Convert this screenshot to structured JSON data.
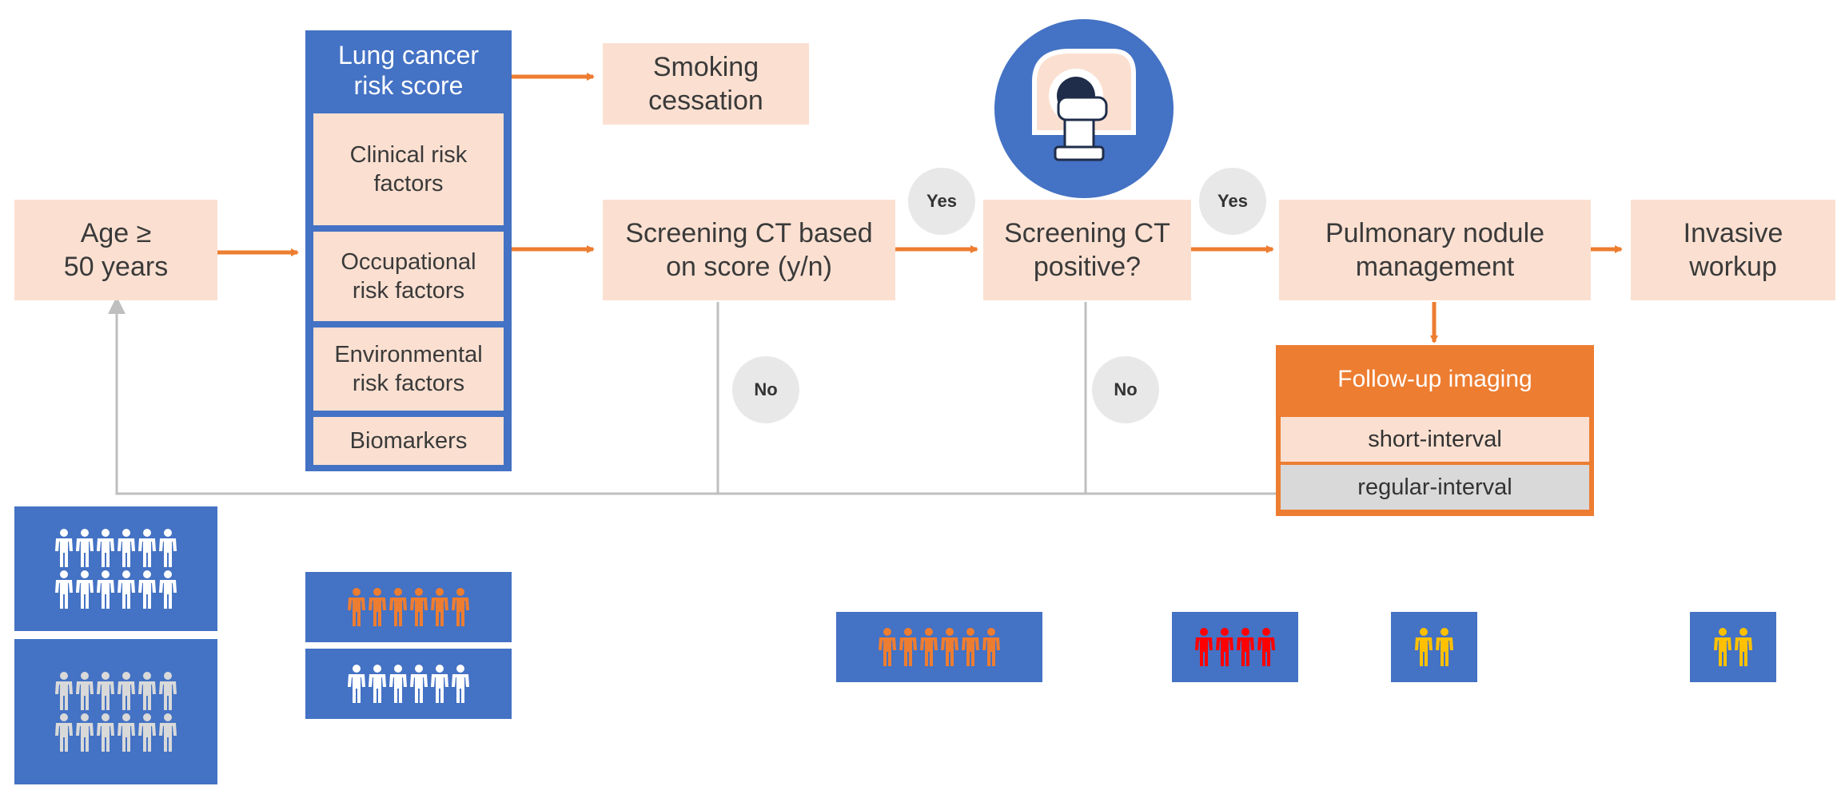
{
  "colors": {
    "accent_blue": "#4472c4",
    "accent_orange": "#ed7d31",
    "box_peach": "#fbe0d1",
    "badge_gray": "#e8e8e8",
    "line_gray": "#bfbfbf",
    "person_white": "#ffffff",
    "person_light_gray": "#d9d9d9",
    "person_orange": "#ed7d31",
    "person_red": "#ff0000",
    "person_yellow": "#ffc000"
  },
  "nodes": {
    "age": "Age ≥\n50 years",
    "risk_score_title": "Lung cancer\nrisk score",
    "risk_items": [
      "Clinical risk\nfactors",
      "Occupational\nrisk factors",
      "Environmental\nrisk factors",
      "Biomarkers"
    ],
    "smoking": "Smoking\ncessation",
    "screening_ct": "Screening CT based\non score (y/n)",
    "ct_positive": "Screening CT\npositive?",
    "nodule": "Pulmonary nodule\nmanagement",
    "invasive": "Invasive\nworkup",
    "followup_title": "Follow-up imaging",
    "followup_items": [
      "short-interval",
      "regular-interval"
    ]
  },
  "badges": {
    "yes_1": "Yes",
    "yes_2": "Yes",
    "no_1": "No",
    "no_2": "No"
  },
  "icons": {
    "ct_scanner": "ct-scanner-icon",
    "person": "person-icon"
  },
  "population_panels": [
    {
      "id": "start-top",
      "rows": 2,
      "per_row": 6,
      "color": "#ffffff"
    },
    {
      "id": "start-bottom",
      "rows": 2,
      "per_row": 6,
      "color": "#d9d9d9"
    },
    {
      "id": "risk-high",
      "rows": 1,
      "per_row": 6,
      "color": "#ed7d31"
    },
    {
      "id": "risk-low",
      "rows": 1,
      "per_row": 6,
      "color": "#ffffff"
    },
    {
      "id": "screened",
      "rows": 1,
      "per_row": 6,
      "color": "#ed7d31"
    },
    {
      "id": "positive",
      "rows": 1,
      "per_row": 4,
      "color": "#ff0000"
    },
    {
      "id": "nodule",
      "rows": 1,
      "per_row": 2,
      "color": "#ffc000"
    },
    {
      "id": "invasive",
      "rows": 1,
      "per_row": 2,
      "color": "#ffc000"
    }
  ]
}
